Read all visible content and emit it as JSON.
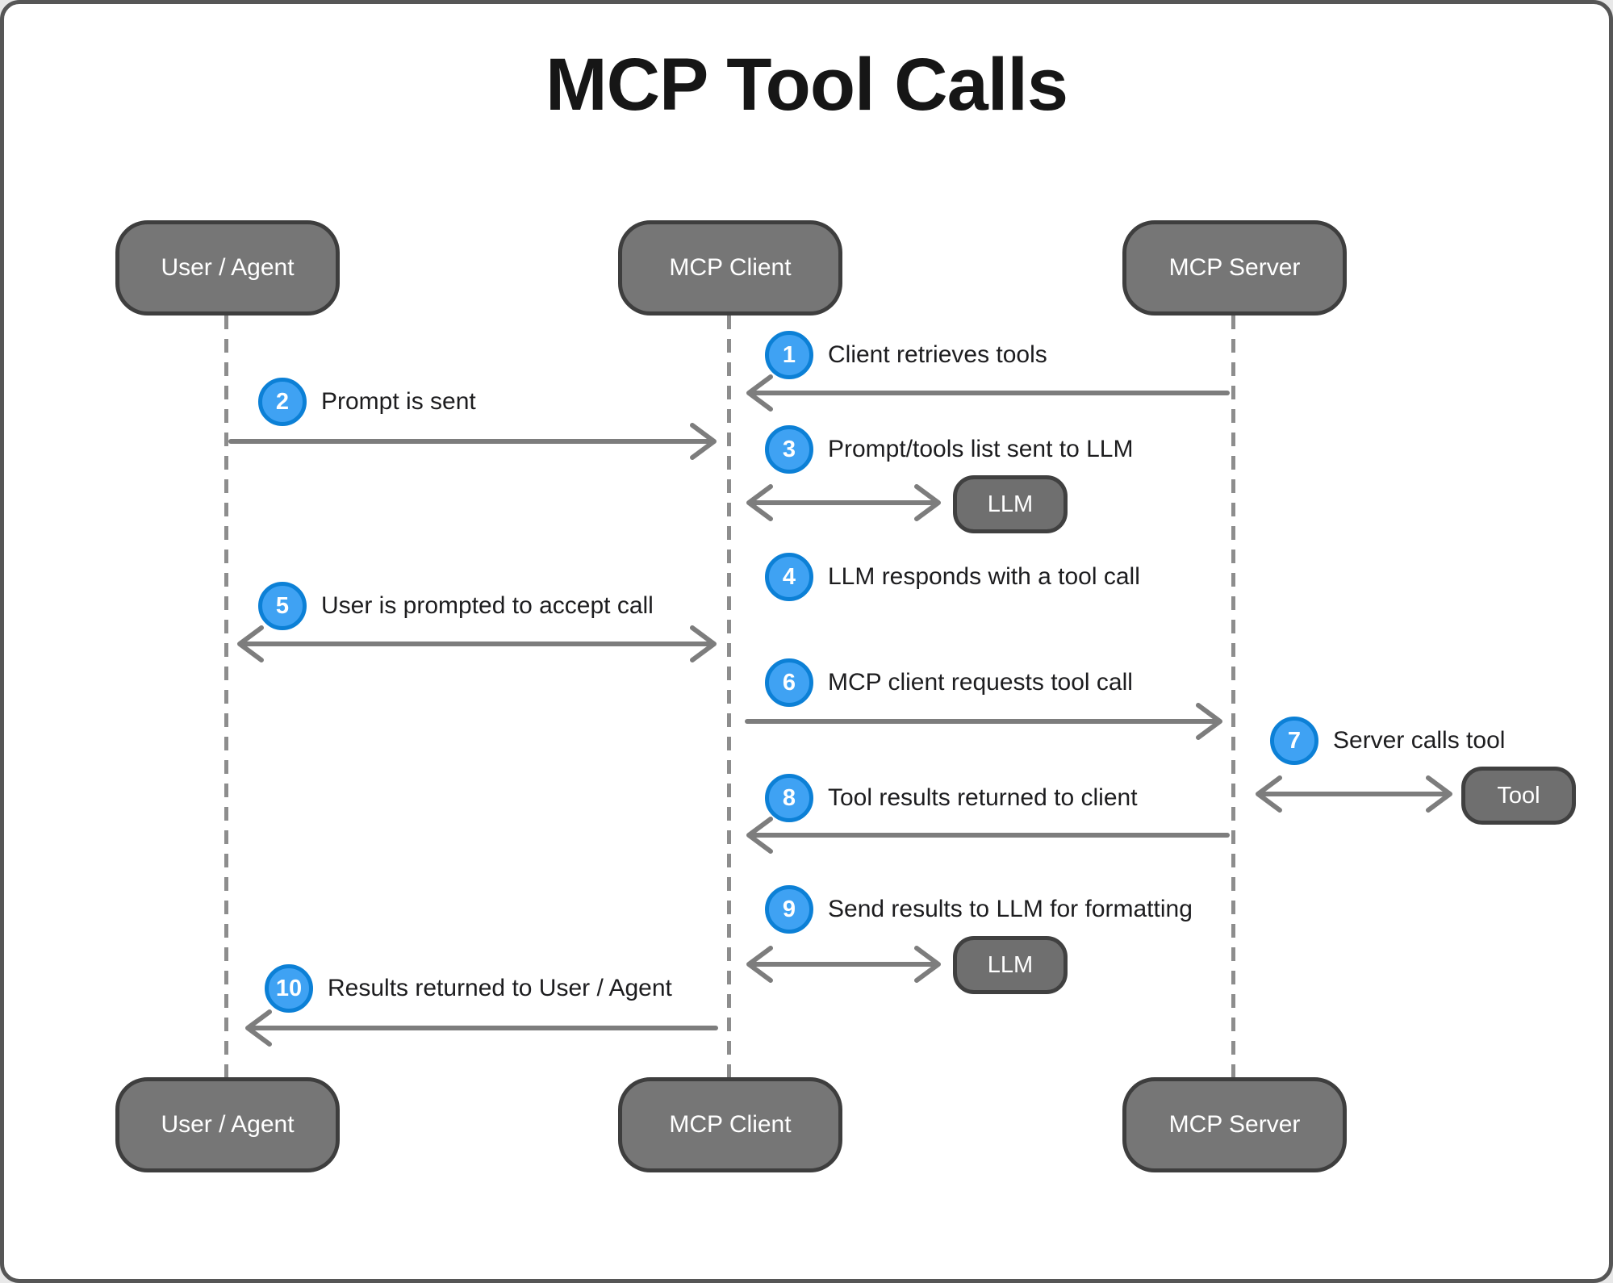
{
  "title": "MCP Tool Calls",
  "actors_top": [
    "User / Agent",
    "MCP Client",
    "MCP Server"
  ],
  "actors_bottom": [
    "User / Agent",
    "MCP Client",
    "MCP Server"
  ],
  "aux_nodes": {
    "llm1": "LLM",
    "llm2": "LLM",
    "tool": "Tool"
  },
  "steps": [
    {
      "num": "1",
      "label": "Client retrieves tools",
      "arrow": "left"
    },
    {
      "num": "2",
      "label": "Prompt is sent",
      "arrow": "right"
    },
    {
      "num": "3",
      "label": "Prompt/tools list sent to LLM",
      "arrow": "both"
    },
    {
      "num": "4",
      "label": "LLM responds with a tool call",
      "arrow": "none"
    },
    {
      "num": "5",
      "label": "User is prompted to accept call",
      "arrow": "both"
    },
    {
      "num": "6",
      "label": "MCP client requests tool call",
      "arrow": "right"
    },
    {
      "num": "7",
      "label": "Server calls tool",
      "arrow": "both"
    },
    {
      "num": "8",
      "label": "Tool results returned to client",
      "arrow": "left"
    },
    {
      "num": "9",
      "label": "Send results to LLM for formatting",
      "arrow": "both"
    },
    {
      "num": "10",
      "label": "Results returned to User / Agent",
      "arrow": "left"
    }
  ],
  "colors": {
    "badge_fill": "#3fa2f3",
    "badge_ring": "#0c80d6",
    "node_fill": "#767676",
    "node_border": "#3e3e3e",
    "arrow": "#7d7d7d",
    "lifeline": "#8d8d8d",
    "text": "#1d1d1f",
    "background": "#ffffff"
  }
}
